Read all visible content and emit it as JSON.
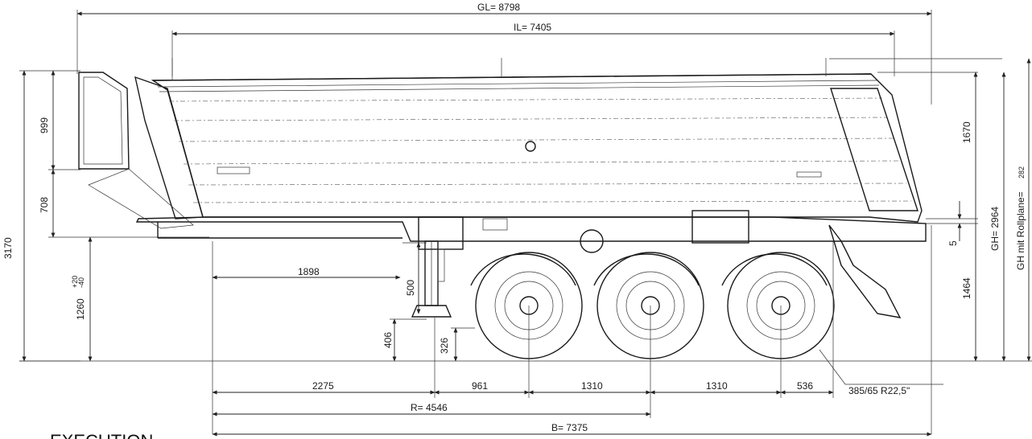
{
  "dimensions": {
    "gl": "GL= 8798",
    "il": "IL= 7405",
    "h3170": "3170",
    "h999": "999",
    "h708": "708",
    "h1260": "1260",
    "tol_plus": "+20",
    "tol_minus": "-40",
    "d1898": "1898",
    "d500": "500",
    "d406": "406",
    "d326": "326",
    "d2275": "2275",
    "d961": "961",
    "d1310a": "1310",
    "d1310b": "1310",
    "d536": "536",
    "r4546": "R= 4546",
    "b7375": "B= 7375",
    "h1670": "1670",
    "h5": "5",
    "h1464": "1464",
    "gh": "GH= 2964",
    "gh_roll": "GH mit Rollplane=",
    "gh_roll_val": "282",
    "tire": "385/65 R22,5\""
  },
  "label": "EXECUTION"
}
